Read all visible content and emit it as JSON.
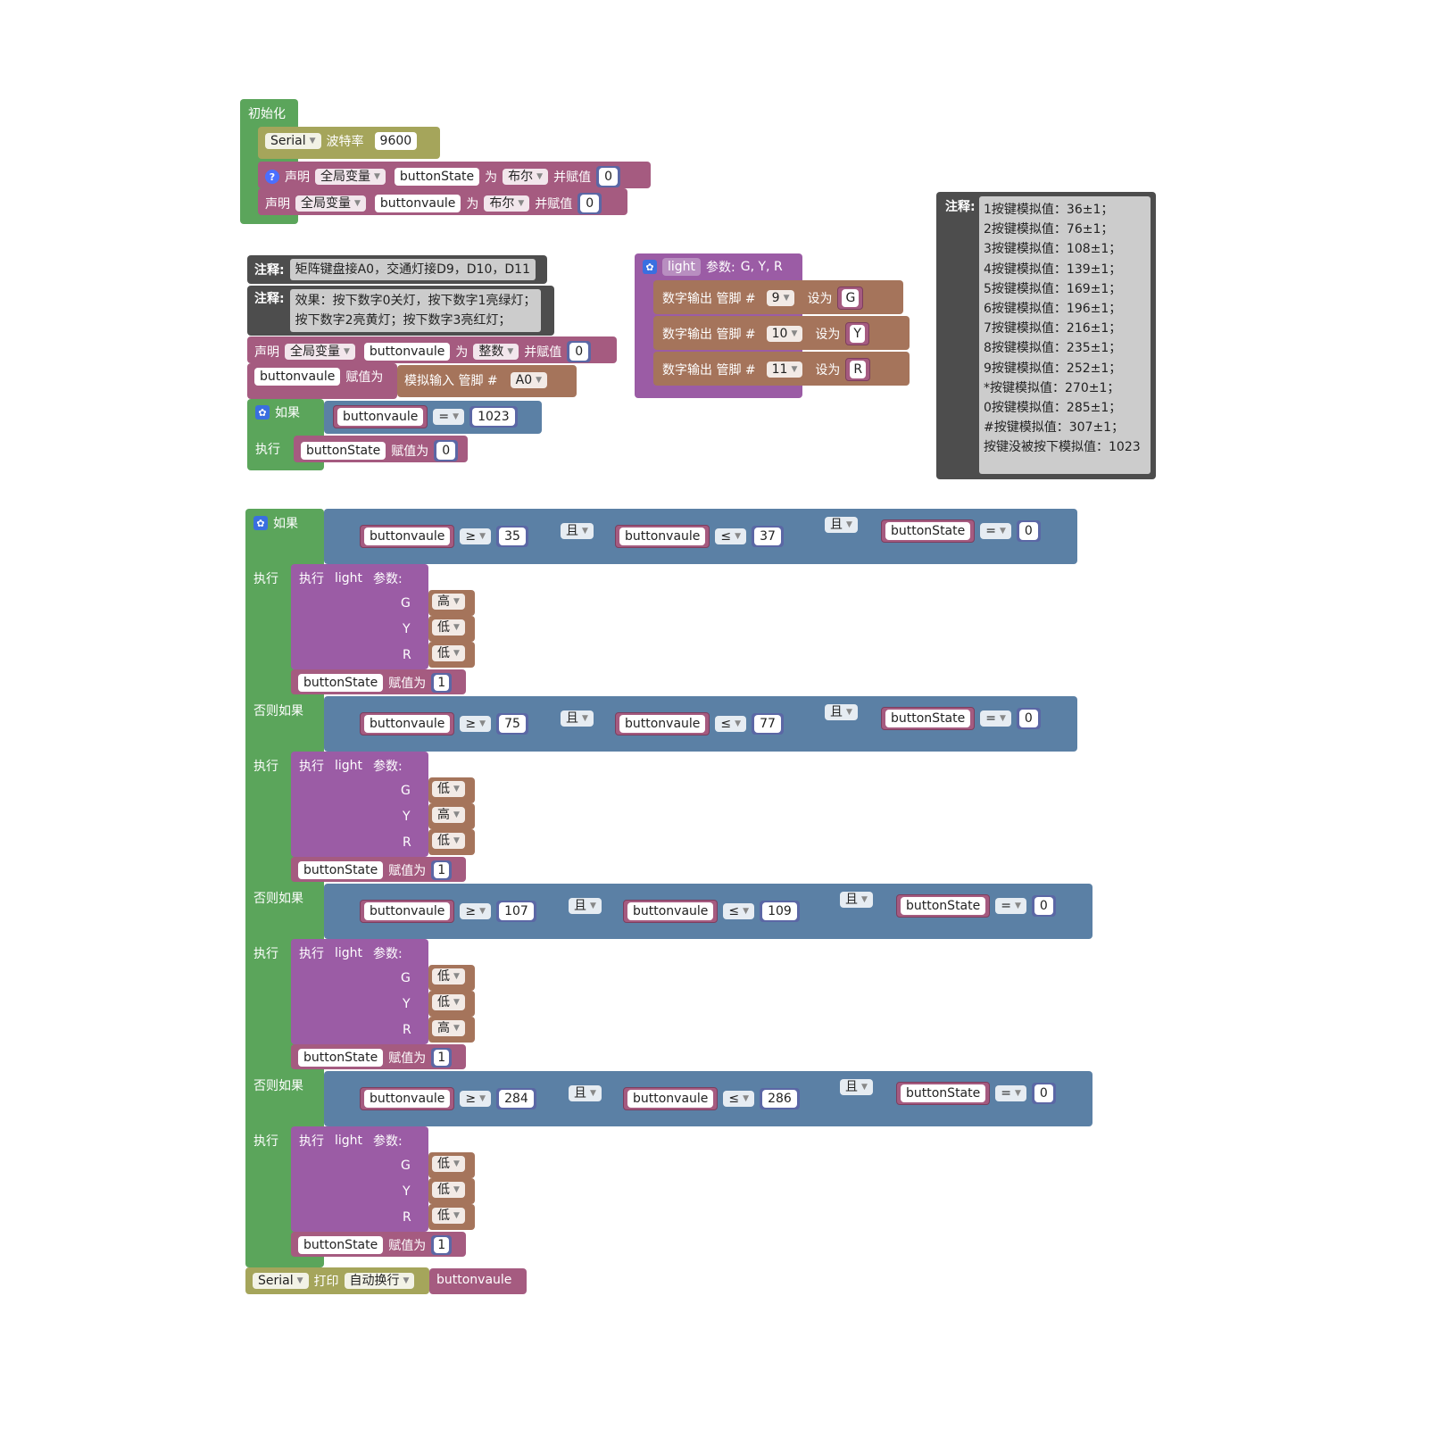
{
  "setup": {
    "title": "初始化",
    "serial": "Serial",
    "baud_label": "波特率",
    "baud": "9600",
    "decl1": {
      "declare": "声明",
      "scope": "全局变量",
      "name": "buttonState",
      "as": "为",
      "type": "布尔",
      "assign": "并赋值",
      "value": "0"
    },
    "decl2": {
      "declare": "声明",
      "scope": "全局变量",
      "name": "buttonvaule",
      "as": "为",
      "type": "布尔",
      "assign": "并赋值",
      "value": "0"
    }
  },
  "comments": {
    "label": "注释:",
    "c1": "矩阵键盘接A0，交通灯接D9，D10，D11",
    "c2_line1": "效果：按下数字0关灯，按下数字1亮绿灯；",
    "c2_line2": "按下数字2亮黄灯；按下数字3亮红灯；"
  },
  "decl3": {
    "declare": "声明",
    "scope": "全局变量",
    "name": "buttonvaule",
    "as": "为",
    "type": "整数",
    "assign": "并赋值",
    "value": "0"
  },
  "assign1": {
    "name": "buttonvaule",
    "assign": "赋值为",
    "analog": "模拟输入 管脚 #",
    "pin": "A0"
  },
  "if1": {
    "if": "如果",
    "var": "buttonvaule",
    "op": "=",
    "value": "1023",
    "do": "执行",
    "set_var": "buttonState",
    "set_label": "赋值为",
    "set_value": "0"
  },
  "func": {
    "name": "light",
    "params_label": "参数:",
    "params": "G, Y, R",
    "rows": [
      {
        "label": "数字输出 管脚 #",
        "pin": "9",
        "set": "设为",
        "arg": "G"
      },
      {
        "label": "数字输出 管脚 #",
        "pin": "10",
        "set": "设为",
        "arg": "Y"
      },
      {
        "label": "数字输出 管脚 #",
        "pin": "11",
        "set": "设为",
        "arg": "R"
      }
    ]
  },
  "note": {
    "label": "注释:",
    "lines": [
      "1按键模拟值：36±1；",
      "2按键模拟值：76±1；",
      "3按键模拟值：108±1；",
      "4按键模拟值：139±1；",
      "5按键模拟值：169±1；",
      "6按键模拟值：196±1；",
      "7按键模拟值：216±1；",
      "8按键模拟值：235±1；",
      "9按键模拟值：252±1；",
      "*按键模拟值：270±1；",
      "0按键模拟值：285±1；",
      "#按键模拟值：307±1；",
      "按键没被按下模拟值：1023"
    ]
  },
  "main_if": {
    "if_label": "如果",
    "elseif_label": "否则如果",
    "do_label": "执行",
    "and_label": "且",
    "call_label": "执行",
    "func_name": "light",
    "params_label": "参数:",
    "param_names": [
      "G",
      "Y",
      "R"
    ],
    "assign_label": "赋值为",
    "branches": [
      {
        "var": "buttonvaule",
        "op1": "≥",
        "v1": "35",
        "op2": "≤",
        "v2": "37",
        "state": "buttonState",
        "op3": "=",
        "v3": "0",
        "vals": [
          "高",
          "低",
          "低"
        ],
        "set_var": "buttonState",
        "set_value": "1"
      },
      {
        "var": "buttonvaule",
        "op1": "≥",
        "v1": "75",
        "op2": "≤",
        "v2": "77",
        "state": "buttonState",
        "op3": "=",
        "v3": "0",
        "vals": [
          "低",
          "高",
          "低"
        ],
        "set_var": "buttonState",
        "set_value": "1"
      },
      {
        "var": "buttonvaule",
        "op1": "≥",
        "v1": "107",
        "op2": "≤",
        "v2": "109",
        "state": "buttonState",
        "op3": "=",
        "v3": "0",
        "vals": [
          "低",
          "低",
          "高"
        ],
        "set_var": "buttonState",
        "set_value": "1"
      },
      {
        "var": "buttonvaule",
        "op1": "≥",
        "v1": "284",
        "op2": "≤",
        "v2": "286",
        "state": "buttonState",
        "op3": "=",
        "v3": "0",
        "vals": [
          "低",
          "低",
          "低"
        ],
        "set_var": "buttonState",
        "set_value": "1"
      }
    ]
  },
  "print": {
    "serial": "Serial",
    "label": "打印",
    "mode": "自动换行",
    "var": "buttonvaule"
  },
  "colors": {
    "green": "#5ba55b",
    "olive": "#a5a55b",
    "pink": "#a55b80",
    "purple": "#9b5ca5",
    "brown": "#a5745b",
    "blue": "#5b80a5",
    "dark": "#4d4d4d"
  }
}
